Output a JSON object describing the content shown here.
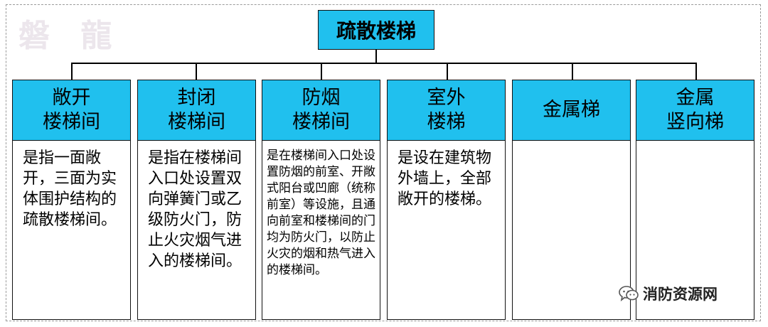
{
  "watermark": "磐 龍",
  "root": "疏散楼梯",
  "columns": [
    {
      "title_lines": [
        "敞开",
        "楼梯间"
      ],
      "text": "是指一面敞开，三面为实体围护结构的疏散楼梯间。"
    },
    {
      "title_lines": [
        "封闭",
        "楼梯间"
      ],
      "text": "是指在楼梯间入口处设置双向弹簧门或乙级防火门，防止火灾烟气进入的楼梯间。"
    },
    {
      "title_lines": [
        "防烟",
        "楼梯间"
      ],
      "text": "是在楼梯间入口处设置防烟的前室、开敞式阳台或凹廊（统称前室）等设施，且通向前室和楼梯间的门均为防火门，以防止火灾的烟和热气进入的楼梯间。"
    },
    {
      "title_lines": [
        "室外",
        "楼梯"
      ],
      "text": "是设在建筑物外墙上，全部敞开的楼梯。"
    },
    {
      "title_lines": [
        "金属梯"
      ],
      "text": ""
    },
    {
      "title_lines": [
        "金属",
        "竖向梯"
      ],
      "text": ""
    }
  ],
  "brand": {
    "icon": "wechat-icon",
    "text": "消防资源网"
  }
}
